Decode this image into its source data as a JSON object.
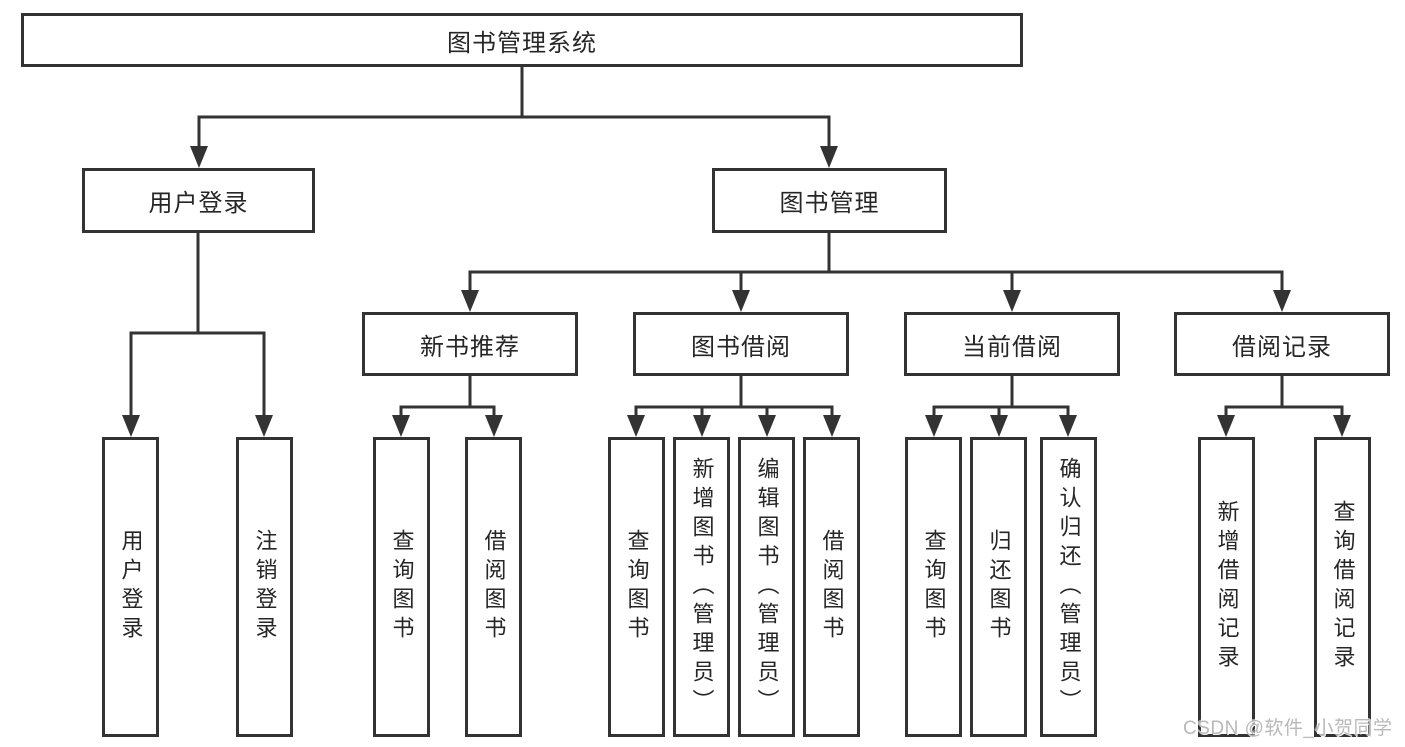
{
  "diagram": {
    "type": "hierarchy-tree",
    "title": "图书管理系统",
    "watermark": "CSDN @软件_小贺同学",
    "colors": {
      "line": "#333333",
      "box_border": "#333333",
      "box_fill": "#ffffff",
      "text": "#262626",
      "watermark": "#b9b9b9",
      "background": "#ffffff"
    },
    "nodes": {
      "root": {
        "label": "图书管理系统"
      },
      "user_login": {
        "label": "用户登录"
      },
      "book_management": {
        "label": "图书管理"
      },
      "new_book_rec": {
        "label": "新书推荐"
      },
      "book_borrow": {
        "label": "图书借阅"
      },
      "current_borrow": {
        "label": "当前借阅"
      },
      "borrow_records": {
        "label": "借阅记录"
      },
      "l_user_login": {
        "label": "用户登录"
      },
      "l_logout": {
        "label": "注销登录"
      },
      "l_nb_query": {
        "label": "查询图书"
      },
      "l_nb_borrow": {
        "label": "借阅图书"
      },
      "l_bb_query": {
        "label": "查询图书"
      },
      "l_bb_add": {
        "label": "新增图书（管理员）"
      },
      "l_bb_edit": {
        "label": "编辑图书（管理员）"
      },
      "l_bb_borrow": {
        "label": "借阅图书"
      },
      "l_cb_query": {
        "label": "查询图书"
      },
      "l_cb_return": {
        "label": "归还图书"
      },
      "l_cb_confirm": {
        "label": "确认归还（管理员）"
      },
      "l_br_add": {
        "label": "新增借阅记录"
      },
      "l_br_query": {
        "label": "查询借阅记录"
      }
    },
    "hierarchy": {
      "root": [
        "user_login",
        "book_management"
      ],
      "user_login": [
        "l_user_login",
        "l_logout"
      ],
      "book_management": [
        "new_book_rec",
        "book_borrow",
        "current_borrow",
        "borrow_records"
      ],
      "new_book_rec": [
        "l_nb_query",
        "l_nb_borrow"
      ],
      "book_borrow": [
        "l_bb_query",
        "l_bb_add",
        "l_bb_edit",
        "l_bb_borrow"
      ],
      "current_borrow": [
        "l_cb_query",
        "l_cb_return",
        "l_cb_confirm"
      ],
      "borrow_records": [
        "l_br_add",
        "l_br_query"
      ]
    }
  }
}
